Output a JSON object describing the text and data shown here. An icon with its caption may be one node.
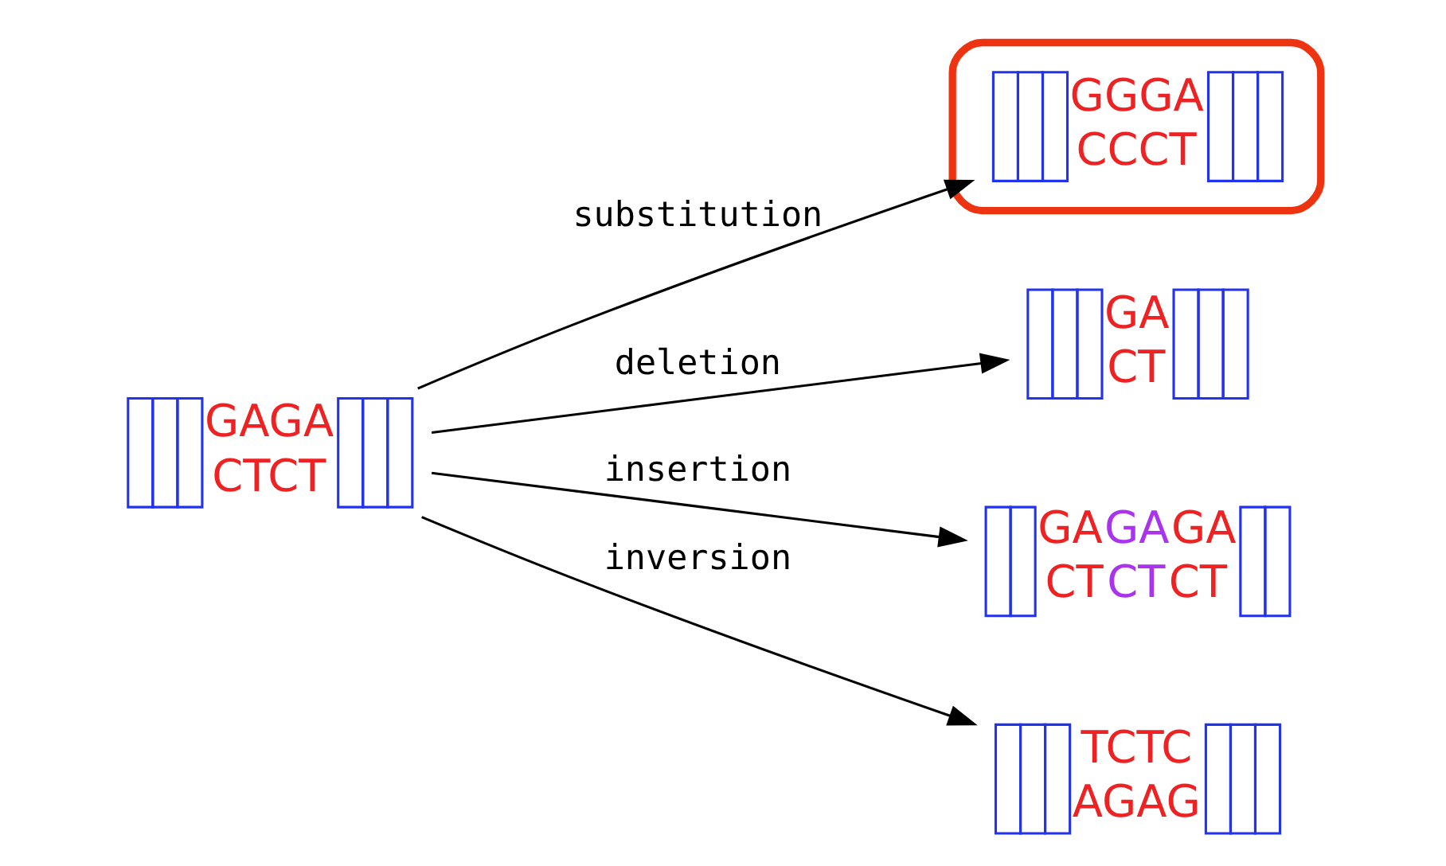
{
  "diagram": {
    "nodes": [
      {
        "text": [
          "GAGA",
          "CTCT"
        ]
      },
      {
        "text": [],
        "shape": "ellipse"
      },
      {
        "text": [
          "GGGA",
          "CCCT"
        ],
        "in": 1
      },
      {
        "text": [
          "GA",
          "CT"
        ]
      },
      {
        "text": [
          "GAGAGA",
          "CTCTCT"
        ]
      },
      {
        "text": [
          "TCTC",
          "AGAG"
        ]
      }
    ],
    "edges": [
      {
        "from": 0,
        "to": 2,
        "arrow": "to",
        "label": "substitution"
      },
      {
        "from": 0,
        "to": 3,
        "arrow": "to",
        "label": "deletion"
      },
      {
        "from": 0,
        "to": 4,
        "arrow": "to",
        "label": "insertion"
      },
      {
        "from": 0,
        "to": 5,
        "arrow": "to",
        "label": "inversion"
      }
    ]
  }
}
